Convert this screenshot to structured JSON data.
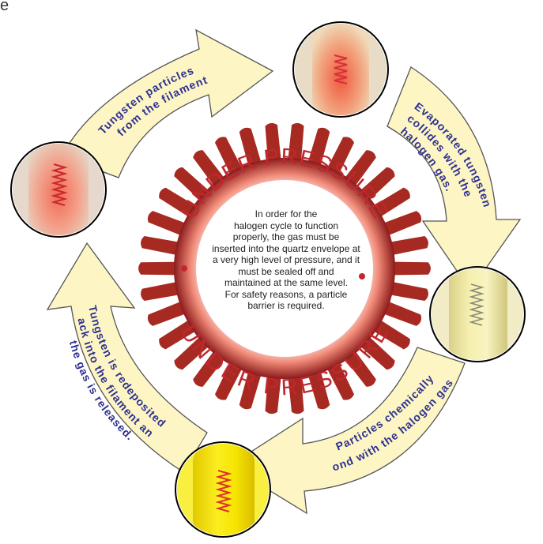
{
  "corner_letter": "e",
  "center": {
    "title_top": "UNDER PRESSURE",
    "title_bottom": "UNDER PRESSURE",
    "lines": [
      "In order for the",
      "halogen cycle to function",
      "properly, the gas must be",
      "inserted into the quartz envelope at",
      "a very high level of pressure, and it",
      "must be sealed off and",
      "maintained at the same level.",
      "For safety reasons, a particle",
      "barrier is required."
    ]
  },
  "steps": [
    {
      "lines": [
        "Tungsten particles",
        "from the filament"
      ]
    },
    {
      "lines": [
        "Evaporated tungsten",
        "collides with the",
        "halogen gas."
      ]
    },
    {
      "lines": [
        "Particles chemically",
        "bond with the halogen gas"
      ]
    },
    {
      "lines": [
        "Tungsten is redeposited",
        "back into the filament and",
        "the gas is released."
      ]
    }
  ],
  "colors": {
    "arrow_fill": "#fdf6c4",
    "arrow_stroke": "#555555",
    "label": "#2e3192",
    "sunburst_outer": "#8b1a1a",
    "sunburst_inner": "#e85a4a",
    "title": "#c1272d",
    "bulb_red": "#f08070",
    "bulb_yellow": "#f4e200"
  },
  "icons": [
    "bulb-red-top-right",
    "bulb-yellow-right",
    "bulb-yellow-bottom",
    "bulb-red-left"
  ]
}
